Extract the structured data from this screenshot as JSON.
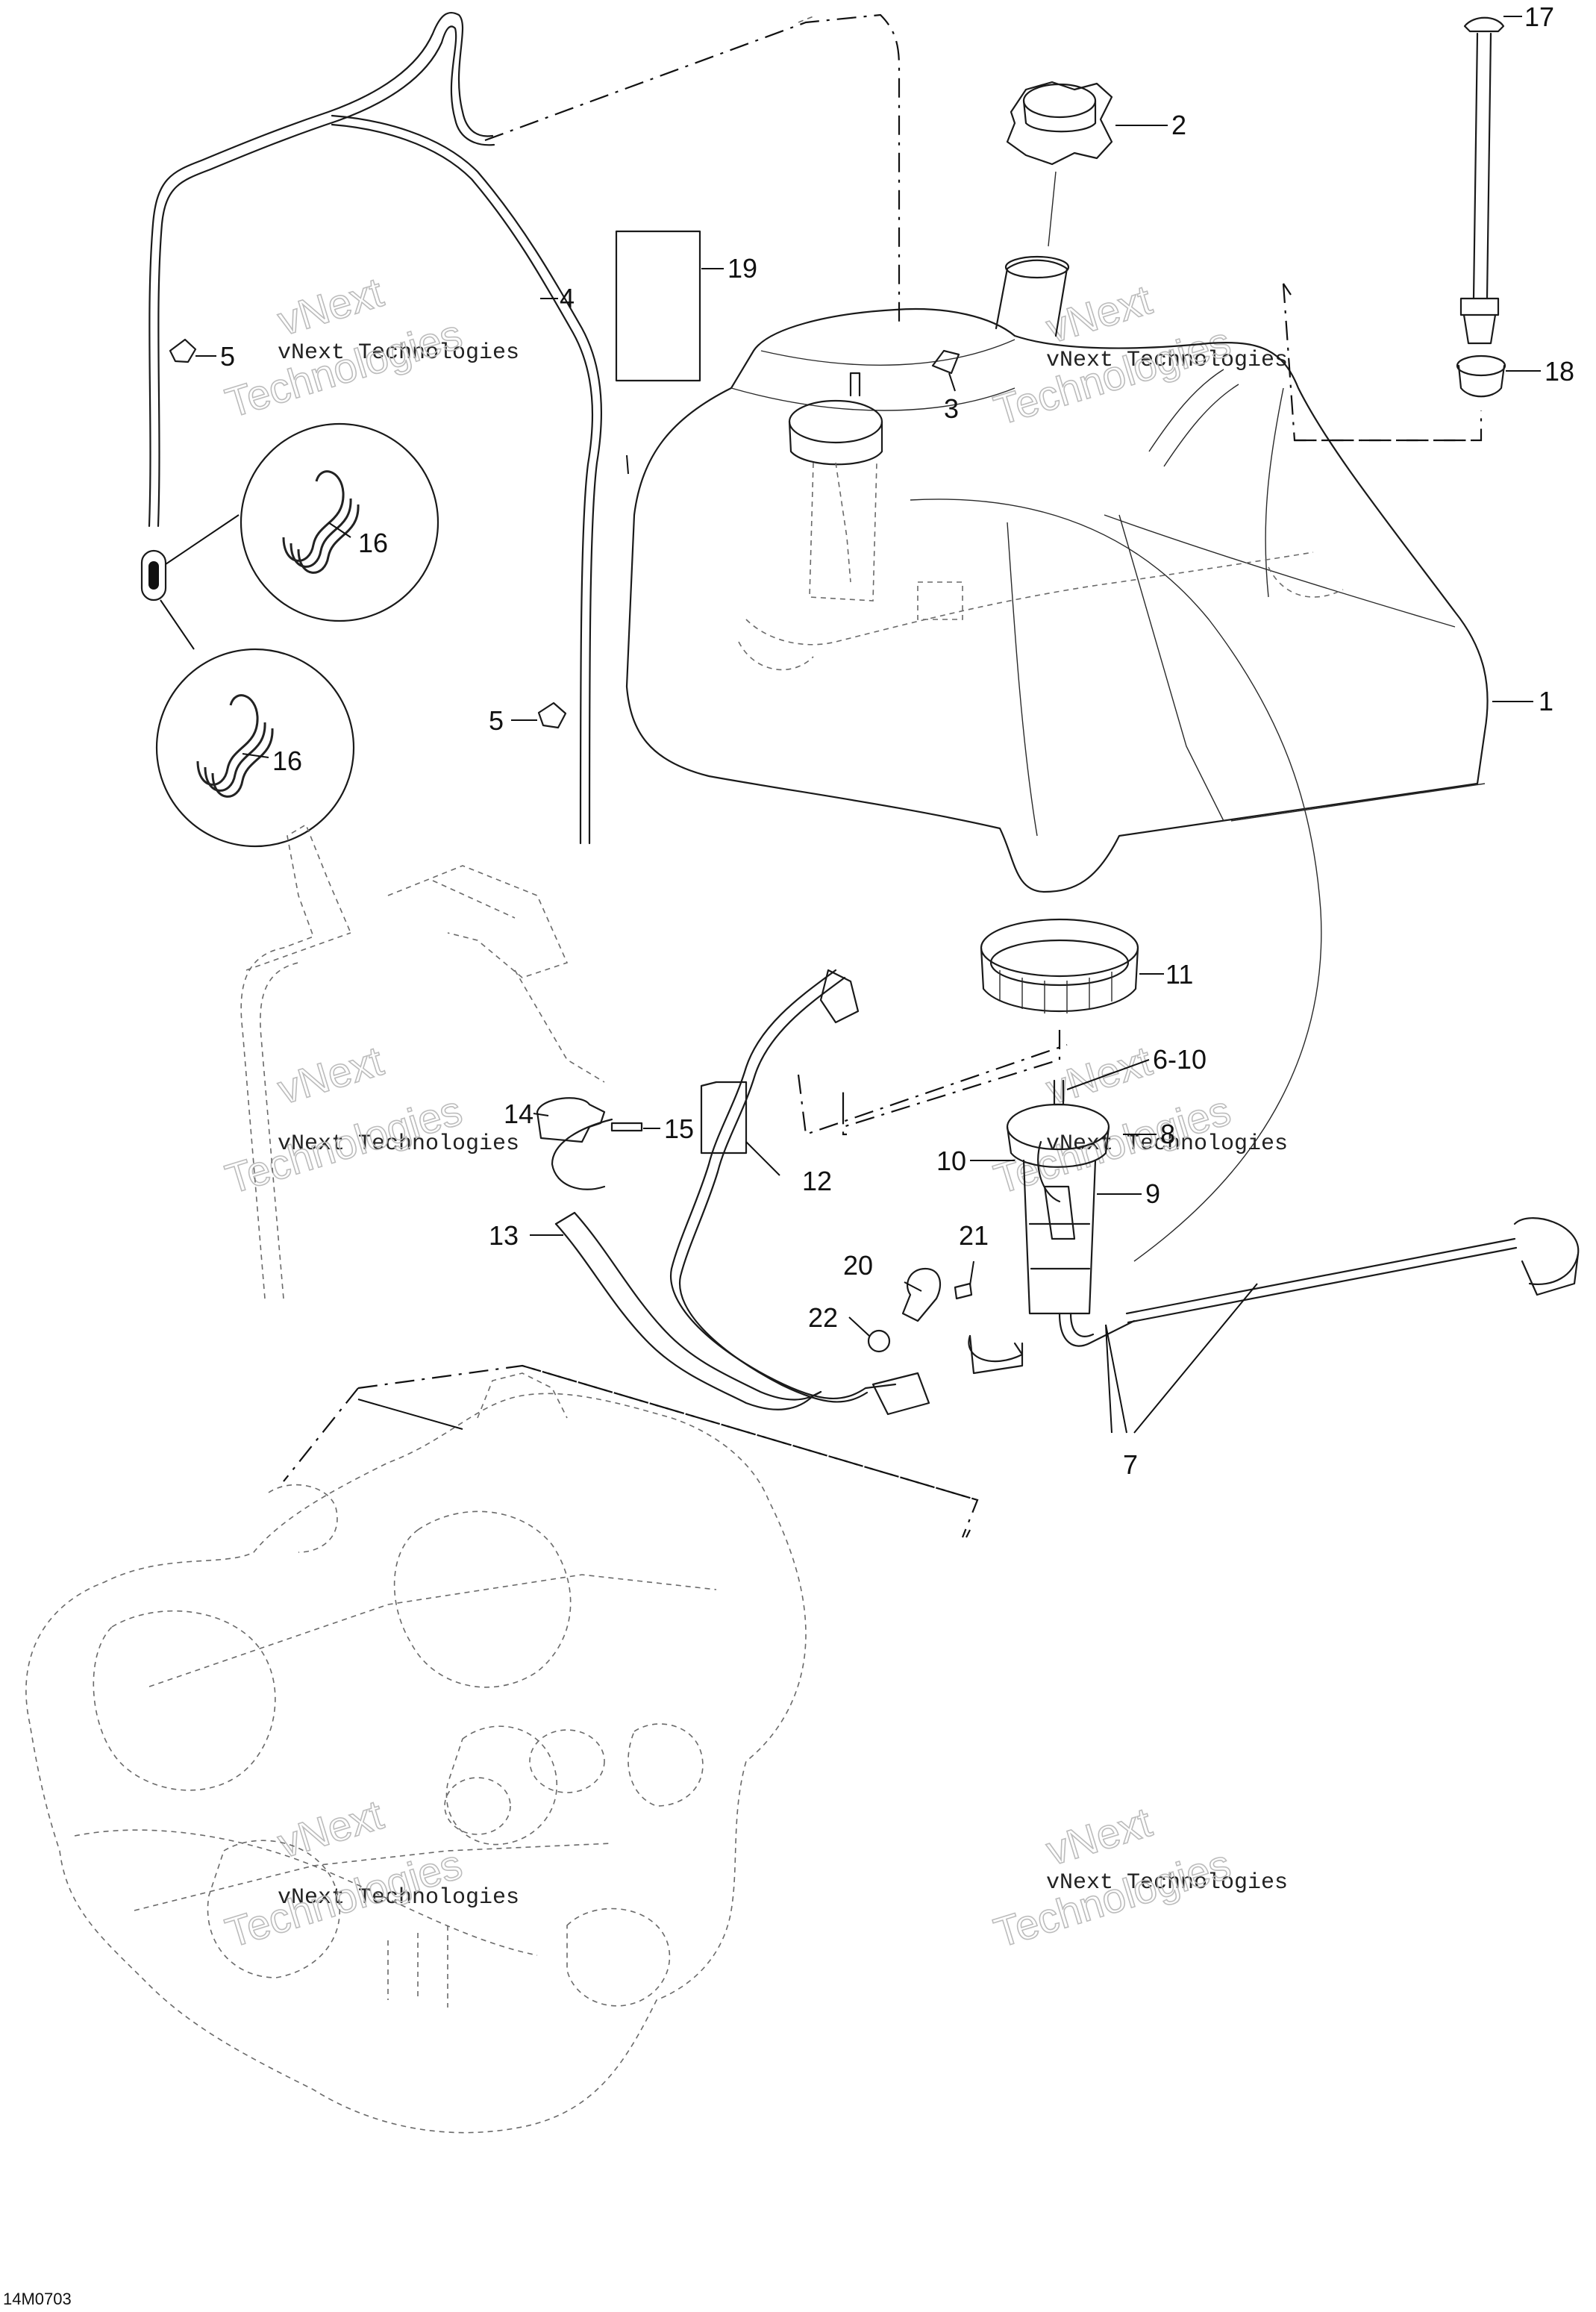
{
  "diagram": {
    "reference_code": "14M0703",
    "watermark": {
      "line1": "vNext Technologies",
      "line2": "Technologies",
      "stamp": "vNext"
    },
    "callouts": [
      {
        "id": "c17",
        "label": "17"
      },
      {
        "id": "c2",
        "label": "2"
      },
      {
        "id": "c4",
        "label": "4"
      },
      {
        "id": "c19",
        "label": "19"
      },
      {
        "id": "c5a",
        "label": "5"
      },
      {
        "id": "c3",
        "label": "3"
      },
      {
        "id": "c18",
        "label": "18"
      },
      {
        "id": "c16a",
        "label": "16"
      },
      {
        "id": "c1",
        "label": "1"
      },
      {
        "id": "c5b",
        "label": "5"
      },
      {
        "id": "c16b",
        "label": "16"
      },
      {
        "id": "c11",
        "label": "11"
      },
      {
        "id": "c610",
        "label": "6-10"
      },
      {
        "id": "c14",
        "label": "14"
      },
      {
        "id": "c15",
        "label": "15"
      },
      {
        "id": "c8",
        "label": "8"
      },
      {
        "id": "c10",
        "label": "10"
      },
      {
        "id": "c12",
        "label": "12"
      },
      {
        "id": "c9",
        "label": "9"
      },
      {
        "id": "c13",
        "label": "13"
      },
      {
        "id": "c21",
        "label": "21"
      },
      {
        "id": "c20",
        "label": "20"
      },
      {
        "id": "c22",
        "label": "22"
      },
      {
        "id": "c7",
        "label": "7"
      }
    ]
  }
}
